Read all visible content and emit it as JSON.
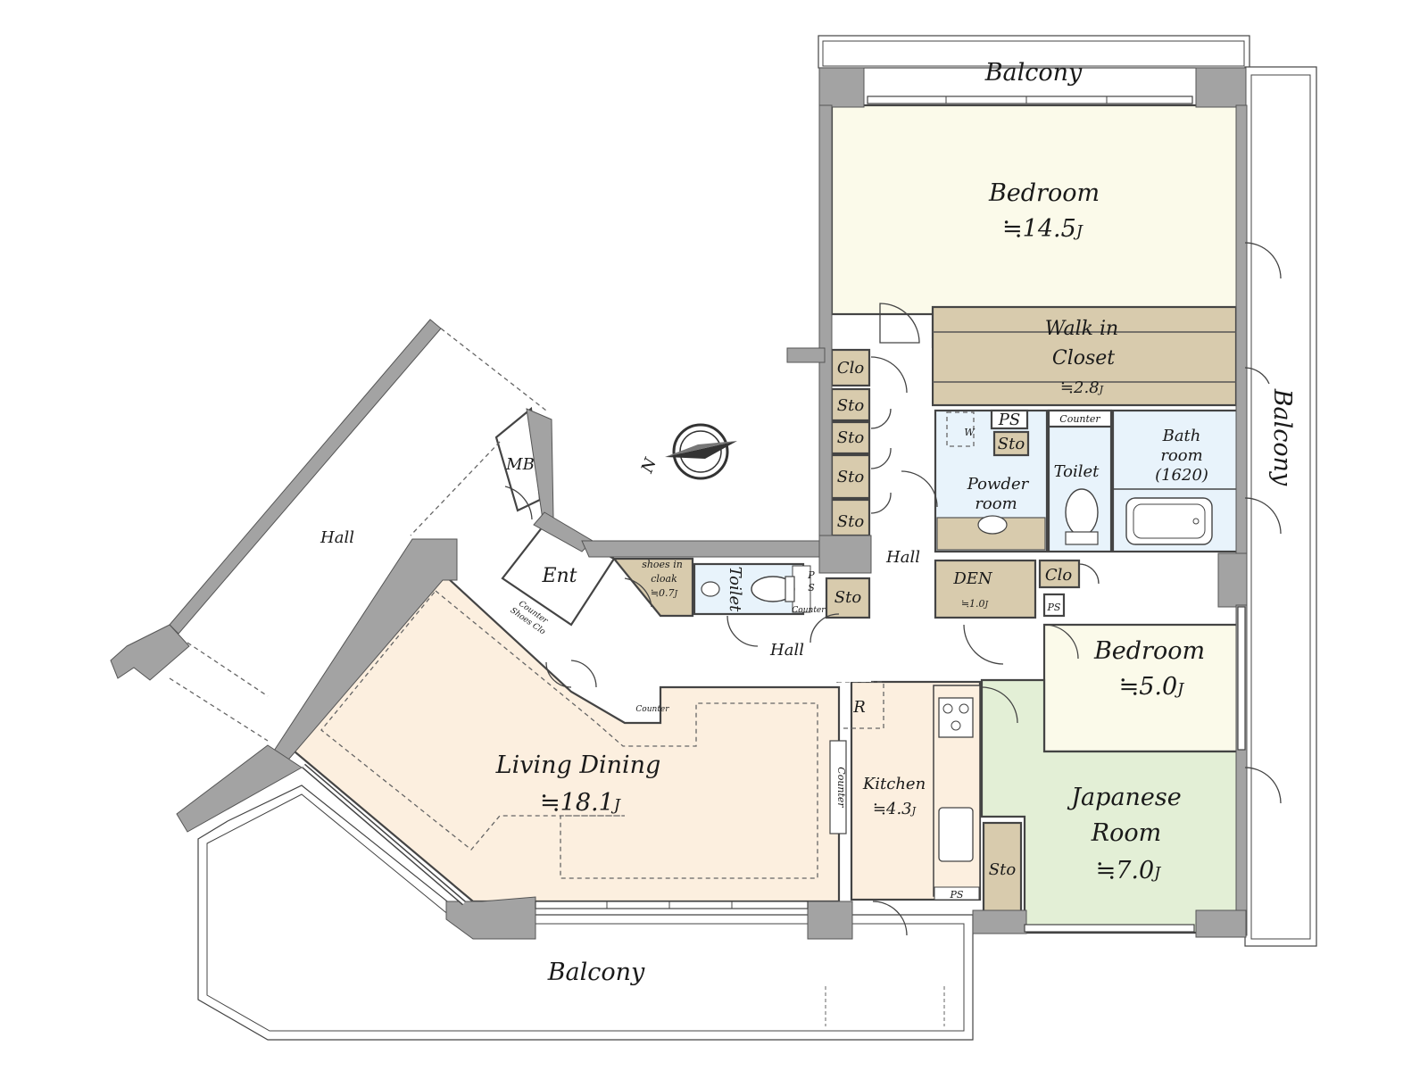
{
  "colors": {
    "bedroom": "#fbfaea",
    "living": "#fcefdf",
    "kitchen": "#fcefdf",
    "japanese": "#e3efd6",
    "bath": "#e8f3fb",
    "storage": "#d8cbad",
    "white": "#ffffff",
    "wall": "#a3a3a3"
  },
  "rooms": {
    "balcony_top": "Balcony",
    "balcony_right": "Balcony",
    "balcony_bottom": "Balcony",
    "bedroom_main": "Bedroom",
    "bedroom_main_size": "≒14.5",
    "walkin_1": "Walk in",
    "walkin_2": "Closet",
    "walkin_size": "≒2.8",
    "clo_1": "Clo",
    "sto_1": "Sto",
    "sto_2": "Sto",
    "sto_3": "Sto",
    "sto_4": "Sto",
    "sto_5": "Sto",
    "w": "W",
    "ps_1": "PS",
    "sto_6": "Sto",
    "counter_1": "Counter",
    "toilet_1": "Toilet",
    "powder_1": "Powder",
    "powder_2": "room",
    "bath_1": "Bath",
    "bath_2": "room",
    "bath_3": "(1620)",
    "hall_left": "Hall",
    "mb": "MB",
    "ent": "Ent",
    "shoes_1": "shoes in",
    "shoes_2": "cloak",
    "shoes_size": "≒0.7",
    "toilet_2": "Toilet",
    "ps_2": "P",
    "ps_2b": "S",
    "counter_2": "Counter",
    "counter_shoes_1": "Counter",
    "counter_shoes_2": "Shoes Clo",
    "hall_mid": "Hall",
    "hall_bottom": "Hall",
    "den": "DEN",
    "den_size": "≒1.0",
    "clo_2": "Clo",
    "ps_3": "PS",
    "bedroom_small": "Bedroom",
    "bedroom_small_size": "≒5.0",
    "r": "R",
    "counter_3": "Counter",
    "counter_4": "Counter",
    "living_dining": "Living Dining",
    "living_size": "≒18.1",
    "kitchen": "Kitchen",
    "kitchen_size": "≒4.3",
    "ps_4": "PS",
    "sto_7": "Sto",
    "japanese_1": "Japanese",
    "japanese_2": "Room",
    "japanese_size": "≒7.0",
    "unit_j": "J",
    "compass_n": "N"
  }
}
